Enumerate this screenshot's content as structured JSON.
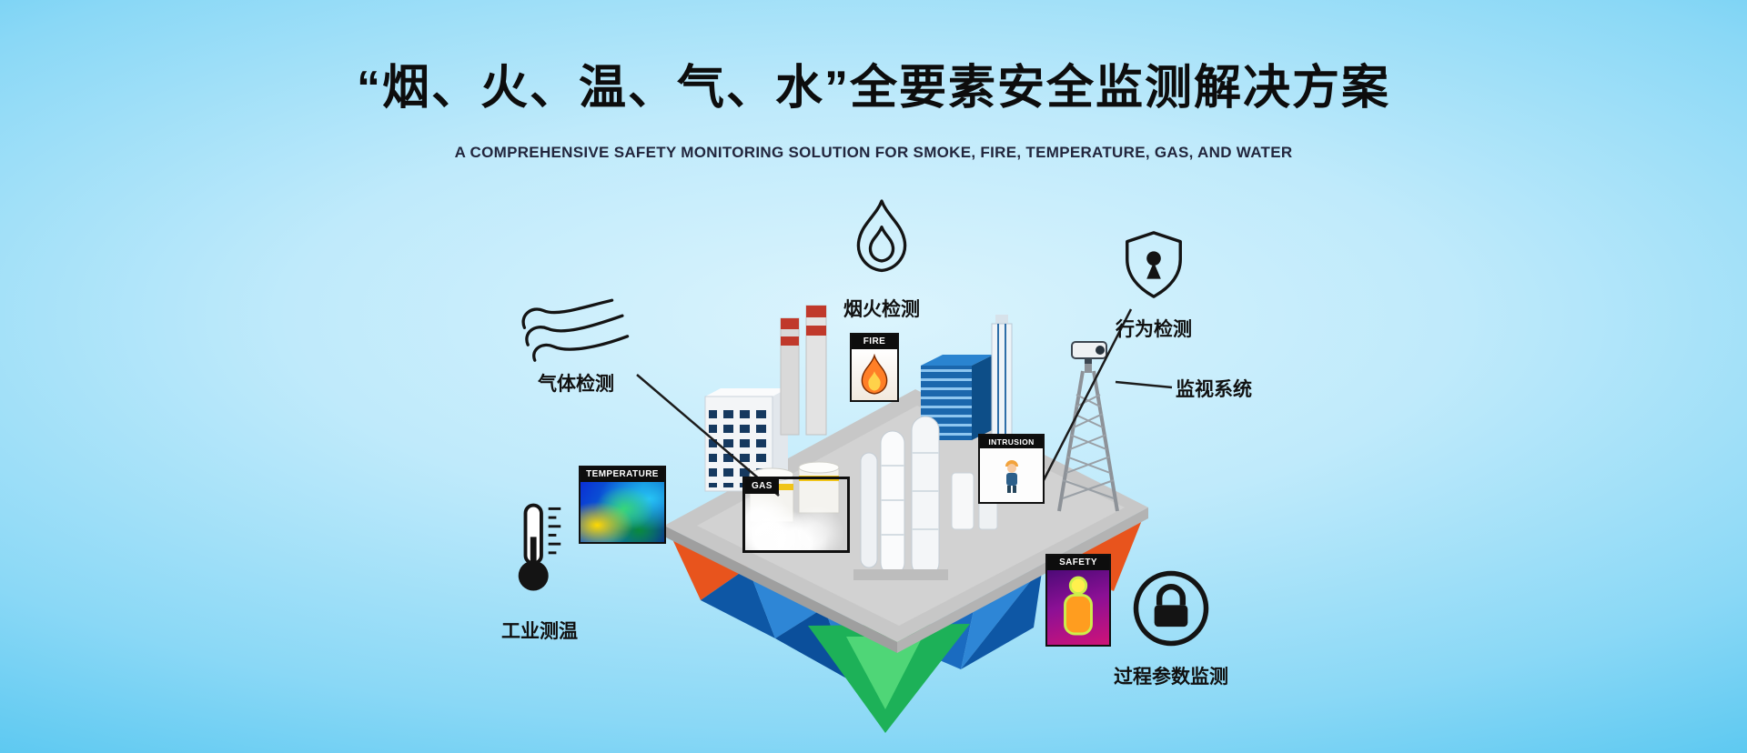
{
  "header": {
    "title": "“烟、火、温、气、水”全要素安全监测解决方案",
    "subtitle": "A COMPREHENSIVE SAFETY MONITORING SOLUTION FOR SMOKE, FIRE, TEMPERATURE, GAS, AND WATER"
  },
  "callouts": {
    "gas": {
      "label": "气体检测",
      "icon": "gas-waves-icon"
    },
    "smoke_fire": {
      "label": "烟火检测",
      "icon": "flame-outline-icon"
    },
    "behavior": {
      "label": "行为检测",
      "icon": "shield-keyhole-icon"
    },
    "surveillance": {
      "label": "监视系统",
      "icon": "ptz-camera-icon"
    },
    "temperature": {
      "label": "工业测温",
      "icon": "thermometer-icon"
    },
    "process": {
      "label": "过程参数监测",
      "icon": "padlock-circle-icon"
    }
  },
  "tiles": {
    "temperature": {
      "label": "TEMPERATURE"
    },
    "fire": {
      "label": "FIRE"
    },
    "gas": {
      "label": "GAS"
    },
    "intrusion": {
      "label": "INTRUSION"
    },
    "safety": {
      "label": "SAFETY"
    }
  },
  "colors": {
    "background_edge": "#22b1e9",
    "background_center": "#dbf4fd",
    "title_text": "#0d0d0d",
    "subtitle_text": "#22263d",
    "crystal_orange": "#e8541d",
    "crystal_blue": "#1a6bc0",
    "crystal_green": "#1db158",
    "platform_gray": "#c7c7c7",
    "tile_header_bg": "#0d0d0d"
  }
}
